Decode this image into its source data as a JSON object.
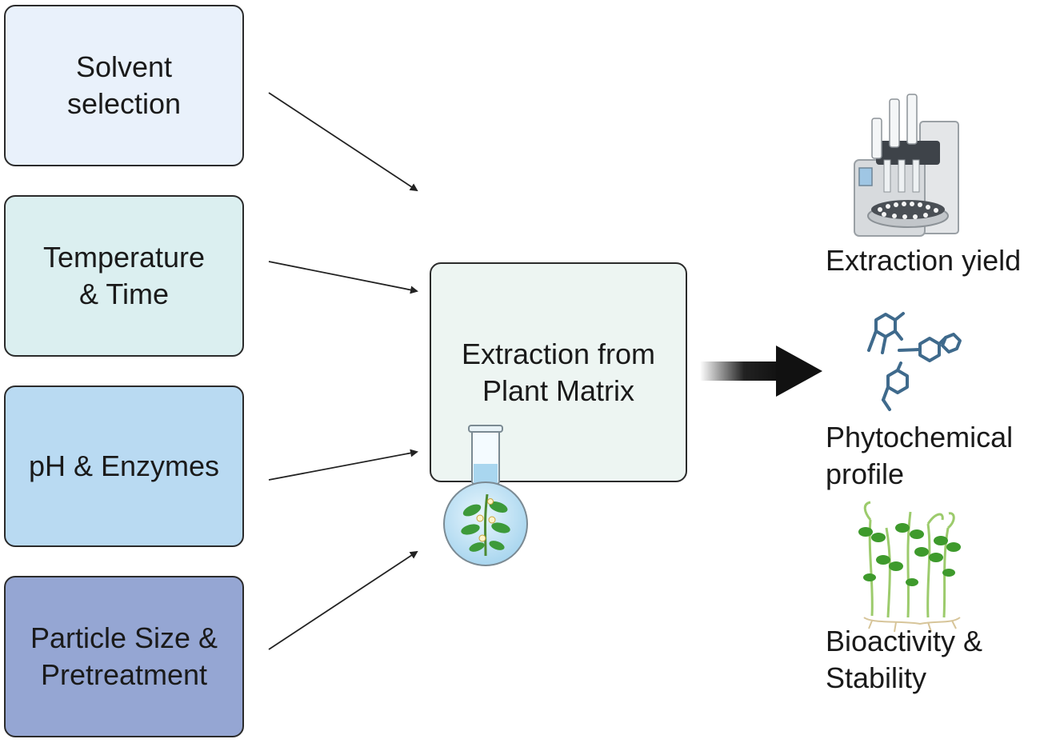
{
  "factors": [
    {
      "label": "Solvent\nselection"
    },
    {
      "label": "Temperature\n& Time"
    },
    {
      "label": "pH & Enzymes"
    },
    {
      "label": "Particle Size &\nPretreatment"
    }
  ],
  "center": {
    "label": "Extraction from\nPlant Matrix"
  },
  "outcomes": [
    {
      "label": "Extraction yield",
      "icon": "extraction-instrument-icon"
    },
    {
      "label": "Phytochemical\nprofile",
      "icon": "molecule-structures-icon"
    },
    {
      "label": "Bioactivity &\nStability",
      "icon": "plant-sprouts-icon"
    }
  ],
  "colors": {
    "solvent": "#e9f1fb",
    "temperature": "#dbeff0",
    "ph": "#b9daf2",
    "particle": "#95a6d3",
    "center": "#edf5f2",
    "molecule": "#3f6a8c",
    "plant": "#4caa3c"
  }
}
